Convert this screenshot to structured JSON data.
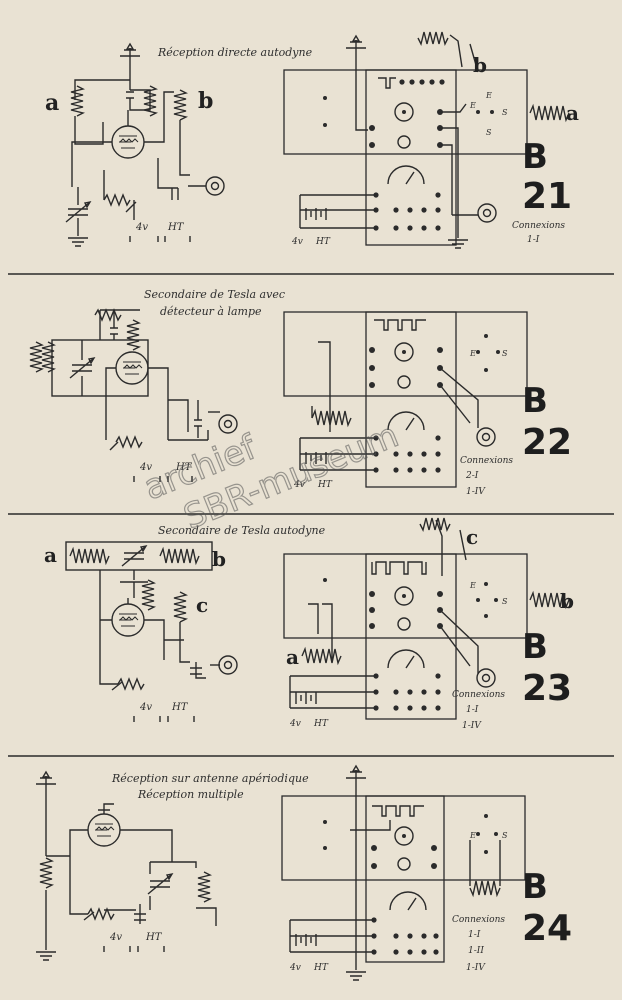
{
  "sections": [
    {
      "id": "b21",
      "title": "Réception directe autodyne",
      "title_line2": "",
      "plate_letter": "B",
      "plate_number": "21",
      "connexions_label": "Connexions",
      "connexions": [
        "1-I"
      ],
      "coil_labels": [
        "a",
        "b",
        "b",
        "a"
      ],
      "battery_labels": [
        "4v",
        "HT",
        "4v",
        "HT"
      ]
    },
    {
      "id": "b22",
      "title": "Secondaire de Tesla avec",
      "title_line2": "détecteur à lampe",
      "plate_letter": "B",
      "plate_number": "22",
      "connexions_label": "Connexions",
      "connexions": [
        "2-I",
        "1-IV"
      ],
      "coil_labels": [],
      "battery_labels": [
        "4v",
        "HT",
        "4v",
        "HT"
      ]
    },
    {
      "id": "b23",
      "title": "Secondaire de Tesla autodyne",
      "title_line2": "",
      "plate_letter": "B",
      "plate_number": "23",
      "connexions_label": "Connexions",
      "connexions": [
        "1-I",
        "1-IV"
      ],
      "coil_labels": [
        "a",
        "b",
        "c",
        "c",
        "b",
        "a"
      ],
      "battery_labels": [
        "4v",
        "HT",
        "4v",
        "HT"
      ]
    },
    {
      "id": "b24",
      "title": "Réception sur antenne apériodique",
      "title_line2": "Réception multiple",
      "plate_letter": "B",
      "plate_number": "24",
      "connexions_label": "Connexions",
      "connexions": [
        "1-I",
        "1-II",
        "1-IV"
      ],
      "coil_labels": [],
      "battery_labels": [
        "4v",
        "HT",
        "4v",
        "HT"
      ]
    }
  ],
  "panel_marks": [
    "E",
    "S",
    "E",
    "S"
  ],
  "watermark": [
    "archief",
    "SBR-museum"
  ]
}
